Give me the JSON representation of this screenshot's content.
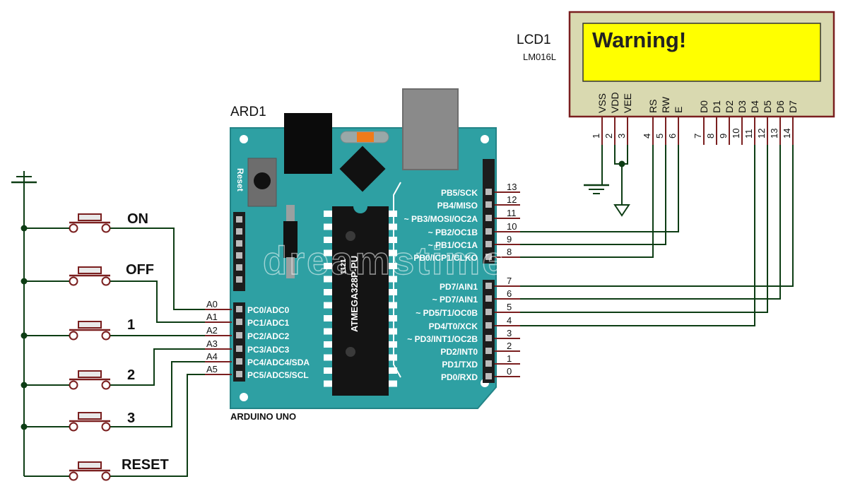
{
  "lcd": {
    "ref": "LCD1",
    "model": "LM016L",
    "message": "Warning!",
    "pins": [
      "VSS",
      "VDD",
      "VEE",
      "RS",
      "RW",
      "E",
      "D0",
      "D1",
      "D2",
      "D3",
      "D4",
      "D5",
      "D6",
      "D7"
    ],
    "numbers": [
      "1",
      "2",
      "3",
      "4",
      "5",
      "6",
      "7",
      "8",
      "9",
      "10",
      "11",
      "12",
      "13",
      "14"
    ]
  },
  "arduino": {
    "ref": "ARD1",
    "name": "ARDUINO UNO",
    "reset_label": "Reset",
    "chip_label": "ATMEGA328P-PU",
    "chip_code": "1121",
    "analog_pins": [
      "PC0/ADC0",
      "PC1/ADC1",
      "PC2/ADC2",
      "PC3/ADC3",
      "PC4/ADC4/SDA",
      "PC5/ADC5/SCL"
    ],
    "analog_names": [
      "A0",
      "A1",
      "A2",
      "A3",
      "A4",
      "A5"
    ],
    "digital_top_pins": [
      "PB5/SCK",
      "PB4/MISO",
      "~ PB3/MOSI/OC2A",
      "~ PB2/OC1B",
      "~ PB1/OC1A",
      "PB0/ICP1/CLKO"
    ],
    "digital_top_numbers": [
      "13",
      "12",
      "11",
      "10",
      "9",
      "8"
    ],
    "digital_bottom_pins": [
      "PD7/AIN1",
      "~ PD7/AIN1",
      "~ PD5/T1/OC0B",
      "PD4/T0/XCK",
      "~ PD3/INT1/OC2B",
      "PD2/INT0",
      "PD1/TXD",
      "PD0/RXD"
    ],
    "digital_bottom_numbers": [
      "7",
      "6",
      "5",
      "4",
      "3",
      "2",
      "1",
      "0"
    ]
  },
  "buttons": [
    "ON",
    "OFF",
    "1",
    "2",
    "3",
    "RESET"
  ],
  "watermark": "dreamstime",
  "colors": {
    "board": "#2ea0a3",
    "wire": "#0d3d14",
    "pin": "#7a1f1f",
    "lcd_screen": "#ffff00",
    "lcd_frame": "#d9d9b0"
  }
}
